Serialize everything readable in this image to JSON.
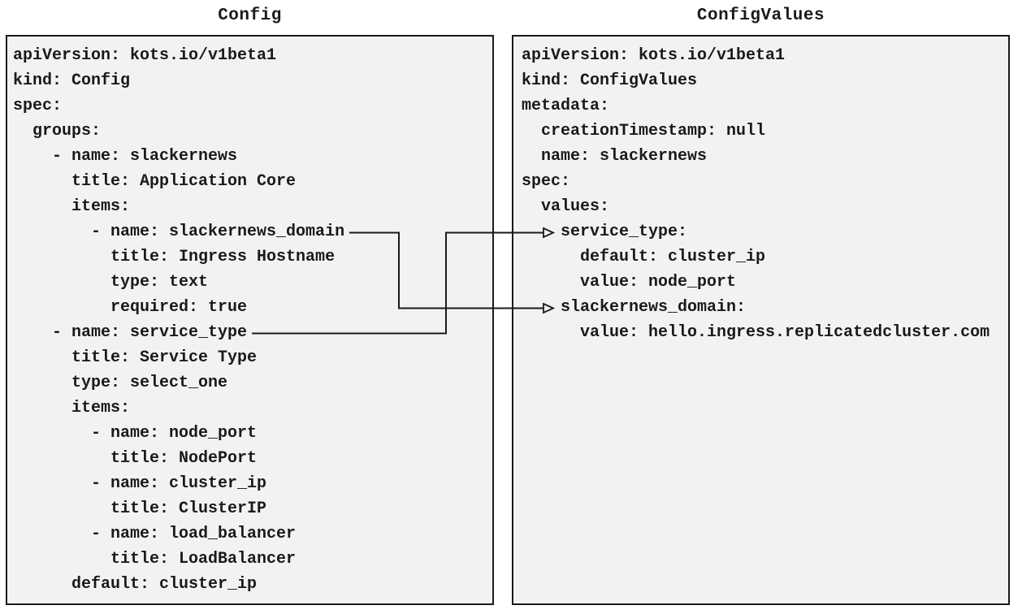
{
  "panels": [
    {
      "id": "config",
      "title": "Config",
      "code": "apiVersion: kots.io/v1beta1\nkind: Config\nspec:\n  groups:\n    - name: slackernews\n      title: Application Core\n      items:\n        - name: slackernews_domain\n          title: Ingress Hostname\n          type: text\n          required: true\n    - name: service_type\n      title: Service Type\n      type: select_one\n      items:\n        - name: node_port\n          title: NodePort\n        - name: cluster_ip\n          title: ClusterIP\n        - name: load_balancer\n          title: LoadBalancer\n      default: cluster_ip"
    },
    {
      "id": "configvalues",
      "title": "ConfigValues",
      "code": "apiVersion: kots.io/v1beta1\nkind: ConfigValues\nmetadata:\n  creationTimestamp: null\n  name: slackernews\nspec:\n  values:\n    service_type:\n      default: cluster_ip\n      value: node_port\n    slackernews_domain:\n      value: hello.ingress.replicatedcluster.com"
    }
  ],
  "connections": [
    {
      "from": "Config item: slackernews_domain",
      "to": "ConfigValues value: slackernews_domain"
    },
    {
      "from": "Config item: service_type",
      "to": "ConfigValues value: service_type"
    }
  ],
  "colors": {
    "page_background": "#ffffff",
    "panel_background": "#f2f2f2",
    "panel_border": "#1a1a1a",
    "text": "#1a1a1a",
    "connector": "#1a1a1a"
  }
}
